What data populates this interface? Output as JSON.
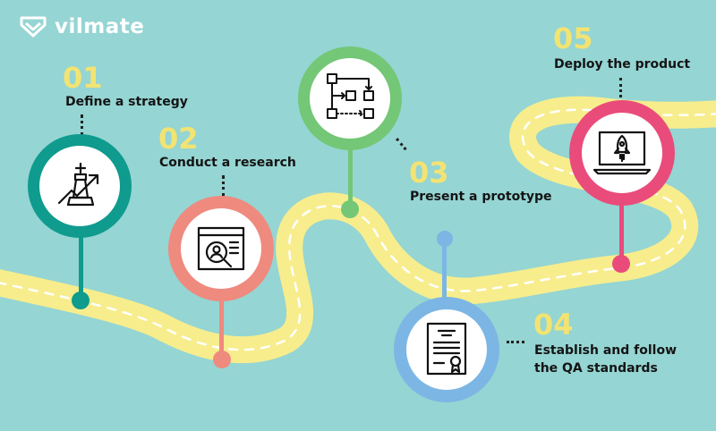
{
  "brand": {
    "name": "vilmate"
  },
  "colors": {
    "background": "#95d5d3",
    "road": "#f7ed8d",
    "road_dash": "#ffffff",
    "number": "#f3e372",
    "step1": "#0f9b8e",
    "step2": "#ef8a7f",
    "step3": "#73c776",
    "step4": "#7cb6e4",
    "step5": "#e94c7b"
  },
  "steps": [
    {
      "number": "01",
      "label": "Define a strategy",
      "icon": "chess-strategy-icon"
    },
    {
      "number": "02",
      "label": "Conduct a research",
      "icon": "magnifier-research-icon"
    },
    {
      "number": "03",
      "label": "Present a prototype",
      "icon": "flowchart-prototype-icon"
    },
    {
      "number": "04",
      "label": "Establish and follow the QA standards",
      "label_lines": [
        "Establish and follow",
        "the QA standards"
      ],
      "icon": "certificate-icon"
    },
    {
      "number": "05",
      "label": "Deploy the product",
      "icon": "rocket-laptop-icon"
    }
  ]
}
